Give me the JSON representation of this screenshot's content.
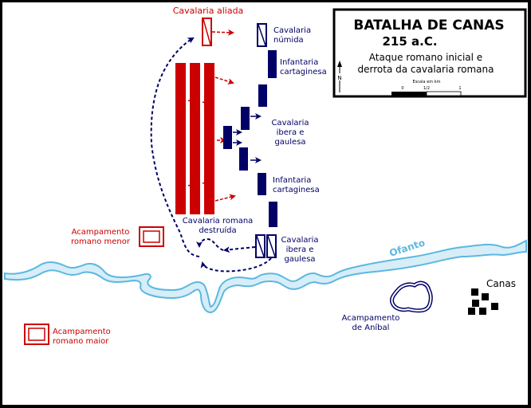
{
  "colors": {
    "roman": "#cc0000",
    "carthaginian": "#000066",
    "river_fill": "#d7edf8",
    "river_stroke": "#5bb8e0",
    "black": "#000000",
    "frame": "#000000",
    "background": "#ffffff"
  },
  "legend": {
    "title": "BATALHA DE CANAS",
    "date": "215 a.C.",
    "subtitle_line1": "Ataque romano inicial e",
    "subtitle_line2": "derrota da cavalaria romana",
    "north_label": "N",
    "north_icon": "north-arrow-icon",
    "scale": {
      "title": "Escala em km",
      "ticks": [
        "0",
        "1/2",
        "1"
      ]
    }
  },
  "labels": {
    "cavalaria_aliada": "Cavalaria aliada",
    "cavalaria_numida": [
      "Cavalaria",
      "númida"
    ],
    "infantaria_cartaginesa_top": [
      "Infantaria",
      "cartaginesa"
    ],
    "cavalaria_ibera_centro": [
      "Cavalaria",
      "ibera e",
      "gaulesa"
    ],
    "infantaria_cartaginesa_bottom": [
      "Infantaria",
      "cartaginesa"
    ],
    "cavalaria_romana_destruida": [
      "Cavalaria romana",
      "destruída"
    ],
    "cavalaria_ibera_flanco": [
      "Cavalaria",
      "ibera e",
      "gaulesa"
    ],
    "acampamento_menor": [
      "Acampamento",
      "romano menor"
    ],
    "acampamento_maior": [
      "Acampamento",
      "romano maior"
    ],
    "acampamento_anibal": [
      "Acampamento",
      "de Aníbal"
    ],
    "canas": "Canas",
    "rio": "Ofanto"
  }
}
